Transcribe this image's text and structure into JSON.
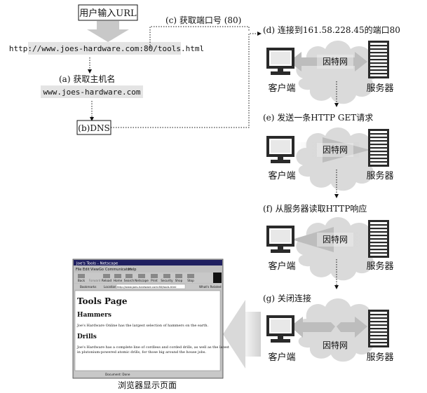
{
  "flow": {
    "user_input": "用户输入URL",
    "url": "http://www.joes-hardware.com:80/tools.html",
    "step_a": "(a)  获取主机名",
    "hostname": "www.joes-hardware.com",
    "dns": "(b)DNS",
    "step_c": "(c)  获取端口号  (80)"
  },
  "panels": [
    {
      "caption": "(d)  连接到161.58.228.45的端口80",
      "client": "客户端",
      "server": "服务器",
      "network": "因特网"
    },
    {
      "caption": "(e)  发送一条HTTP GET请求",
      "client": "客户端",
      "server": "服务器",
      "network": "因特网"
    },
    {
      "caption": "(f)  从服务器读取HTTP响应",
      "client": "客户端",
      "server": "服务器",
      "network": "因特网"
    },
    {
      "caption": "(g)  关闭连接",
      "client": "客户端",
      "server": "服务器",
      "network": "因特网"
    }
  ],
  "browser": {
    "window_title": "Joe's Tools - Netscape",
    "menus": [
      "File",
      "Edit",
      "View",
      "Go",
      "Communicator",
      "Help"
    ],
    "toolbar": [
      "Back",
      "Forward",
      "Reload",
      "Home",
      "Search",
      "Netscape",
      "Print",
      "Security",
      "Shop",
      "Stop"
    ],
    "bookmarks_label": "Bookmarks",
    "location_label": "Location:",
    "location_value": "http://www.joes-hardware.com:80/tools.html",
    "whats_related": "What's Related",
    "page_title": "Tools Page",
    "section1_title": "Hammers",
    "section1_text": "Joe's Hardware Online has the largest selection of hammers on the earth.",
    "section2_title": "Drills",
    "section2_text_line1": "Joe's Hardware has a complete line of cordless and corded drills, as well as the latest",
    "section2_text_line2": "in plutonium-powered atomic drills, for those big around the house jobs.",
    "status": "Document: Done",
    "caption": "浏览器显示页面"
  },
  "colors": {
    "arrow_gray": "#c8c8c8",
    "label_gray": "#e4e4e4",
    "cloud_gray": "#d8d8d8",
    "text": "#111111"
  }
}
